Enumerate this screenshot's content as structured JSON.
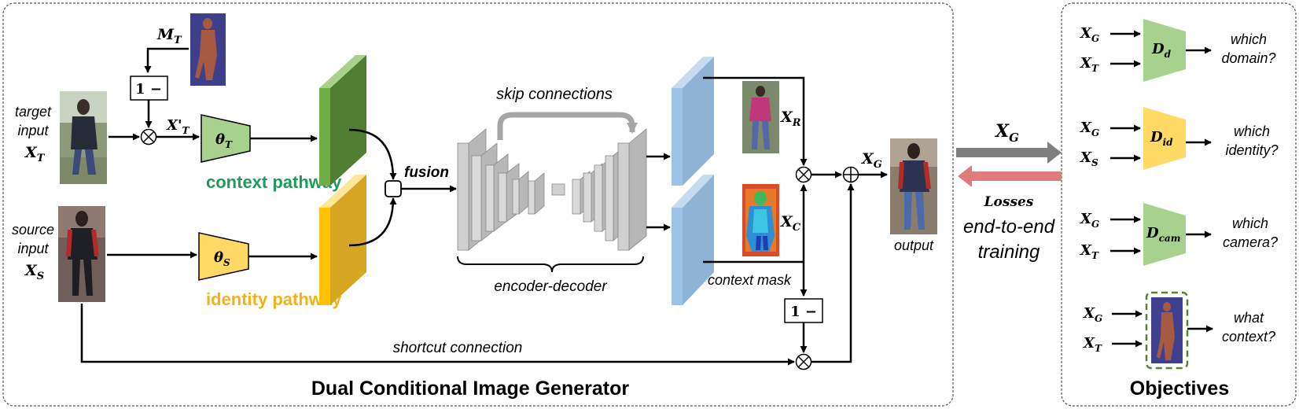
{
  "generator": {
    "title": "Dual Conditional Image Generator",
    "target_input": {
      "line1": "target",
      "line2": "input",
      "symbol": "X",
      "sub": "T"
    },
    "source_input": {
      "line1": "source",
      "line2": "input",
      "symbol": "X",
      "sub": "S"
    },
    "mask_label": {
      "symbol": "M",
      "sub": "T"
    },
    "one_minus": "1 −",
    "x_prime_t": {
      "symbol": "X'",
      "sub": "T"
    },
    "theta_t": {
      "symbol": "θ",
      "sub": "T"
    },
    "theta_s": {
      "symbol": "θ",
      "sub": "S"
    },
    "context_pathway": "context pathway",
    "identity_pathway": "identity pathway",
    "fusion": "fusion",
    "skip_connections": "skip connections",
    "encoder_decoder": "encoder-decoder",
    "x_r": {
      "symbol": "X",
      "sub": "R"
    },
    "x_c": {
      "symbol": "X",
      "sub": "C"
    },
    "x_g": {
      "symbol": "X",
      "sub": "G"
    },
    "context_mask": "context mask",
    "output": "output",
    "shortcut_connection": "shortcut connection"
  },
  "middle": {
    "x_g": {
      "symbol": "X",
      "sub": "G"
    },
    "losses": "Losses",
    "training_line1": "end-to-end",
    "training_line2": "training"
  },
  "objectives": {
    "title": "Objectives",
    "discriminators": [
      {
        "in1": {
          "symbol": "X",
          "sub": "G"
        },
        "in2": {
          "symbol": "X",
          "sub": "T"
        },
        "label": {
          "symbol": "D",
          "sub": "d"
        },
        "question1": "which",
        "question2": "domain?",
        "color": "#a9d18e"
      },
      {
        "in1": {
          "symbol": "X",
          "sub": "G"
        },
        "in2": {
          "symbol": "X",
          "sub": "S"
        },
        "label": {
          "symbol": "D",
          "sub": "id"
        },
        "question1": "which",
        "question2": "identity?",
        "color": "#ffd966"
      },
      {
        "in1": {
          "symbol": "X",
          "sub": "G"
        },
        "in2": {
          "symbol": "X",
          "sub": "T"
        },
        "label": {
          "symbol": "D",
          "sub": "cam"
        },
        "question1": "which",
        "question2": "camera?",
        "color": "#a9d18e"
      },
      {
        "in1": {
          "symbol": "X",
          "sub": "G"
        },
        "in2": {
          "symbol": "X",
          "sub": "T"
        },
        "label": {
          "symbol": "",
          "sub": ""
        },
        "question1": "what",
        "question2": "context?",
        "color": "#3f3f8f"
      }
    ]
  },
  "colors": {
    "context": "#1e9b5a",
    "identity": "#f2b21b",
    "green_block": "#70ad47",
    "yellow_block": "#ffc000",
    "blue_block": "#9dc3e6",
    "forward_arrow": "#7f7f7f",
    "loss_arrow": "#e07b7b"
  }
}
